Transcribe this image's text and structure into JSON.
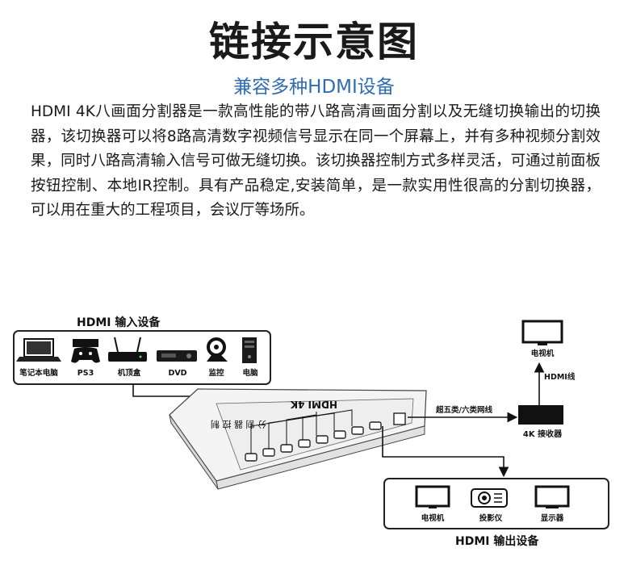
{
  "title": "链接示意图",
  "subtitle": "兼容多种HDMI设备",
  "description": "HDMI 4K八画面分割器是一款高性能的带八路高清画面分割以及无缝切换输出的切换器，该切换器可以将8路高清数字视频信号显示在同一个屏幕上，并有多种视频分割效果，同时八路高清输入信号可做无缝切换。该切换器控制方式多样灵活，可通过前面板按钮控制、本地IR控制。具有产品稳定,安装简单，是一款实用性很高的分割切换器，可以用在重大的工程项目，会议厅等场所。",
  "diagram": {
    "input_group_label": "HDMI 输入设备",
    "input_devices": [
      {
        "label": "笔记本电脑",
        "icon": "laptop-icon"
      },
      {
        "label": "PS3",
        "icon": "game-console-icon"
      },
      {
        "label": "机顶盒",
        "icon": "set-top-box-icon"
      },
      {
        "label": "DVD",
        "icon": "dvd-player-icon"
      },
      {
        "label": "监控",
        "icon": "camera-icon"
      },
      {
        "label": "电脑",
        "icon": "pc-tower-icon"
      }
    ],
    "output_group_label": "HDMI 输出设备",
    "output_devices": [
      {
        "label": "电视机",
        "icon": "tv-icon"
      },
      {
        "label": "投影仪",
        "icon": "projector-icon"
      },
      {
        "label": "显示器",
        "icon": "monitor-icon"
      }
    ],
    "remote_tv_label": "电视机",
    "hdmi_cable_label": "HDMI线",
    "network_cable_label": "超五类/六类网线",
    "receiver_label": "4K 接收器"
  }
}
